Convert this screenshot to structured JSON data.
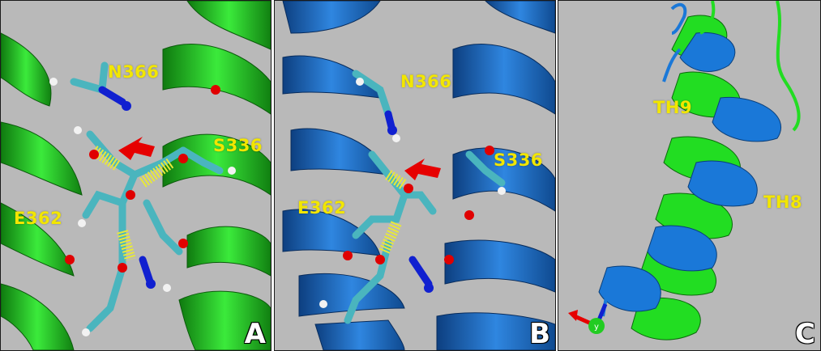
{
  "panels": [
    {
      "letter": "A",
      "helix_color": "#22cc22",
      "labels": {
        "res1": "N366",
        "res2": "S336",
        "res3": "E362"
      }
    },
    {
      "letter": "B",
      "helix_color": "#1a66cc",
      "labels": {
        "res1": "N366",
        "res2": "S336",
        "res3": "E362"
      }
    },
    {
      "letter": "C",
      "labels": {
        "helix1": "TH9",
        "helix2": "TH8"
      },
      "axis_label": "y"
    }
  ],
  "colors": {
    "background": "#b9b9b9",
    "label_text": "#f2e600",
    "arrow": "#e60000",
    "carbon": "#4ab5be",
    "oxygen": "#e00000",
    "nitrogen": "#1020d0",
    "hydrogen": "#f2f2f2",
    "hbond": "#e8e83a"
  }
}
